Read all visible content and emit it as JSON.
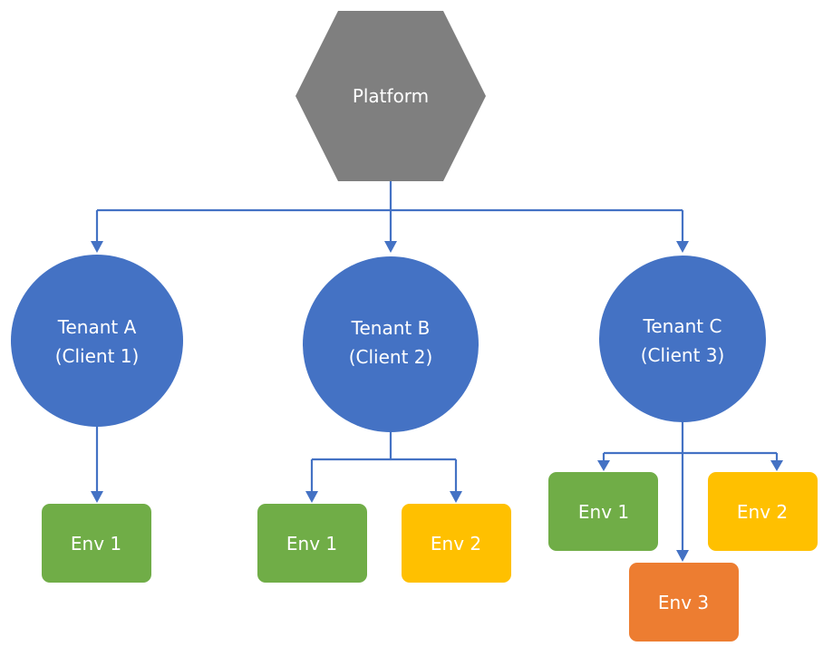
{
  "colors": {
    "platform": "#7f7f7f",
    "tenant": "#4472c4",
    "env_green": "#70ad47",
    "env_yellow": "#ffc000",
    "env_orange": "#ed7d31",
    "connector": "#4472c4"
  },
  "platform": {
    "label": "Platform"
  },
  "tenants": [
    {
      "line1": "Tenant A",
      "line2": "(Client 1)",
      "envs": [
        {
          "label": "Env 1",
          "color": "green"
        }
      ]
    },
    {
      "line1": "Tenant B",
      "line2": "(Client 2)",
      "envs": [
        {
          "label": "Env 1",
          "color": "green"
        },
        {
          "label": "Env 2",
          "color": "yellow"
        }
      ]
    },
    {
      "line1": "Tenant C",
      "line2": "(Client 3)",
      "envs": [
        {
          "label": "Env 1",
          "color": "green"
        },
        {
          "label": "Env 2",
          "color": "yellow"
        },
        {
          "label": "Env 3",
          "color": "orange"
        }
      ]
    }
  ]
}
